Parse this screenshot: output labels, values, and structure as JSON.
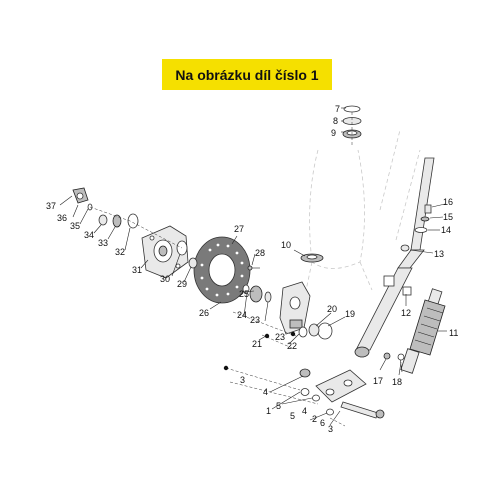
{
  "banner": {
    "text": "Na obrázku díl číslo 1",
    "color": "#f5e000"
  },
  "labels": {
    "l1": "1",
    "l2": "2",
    "l3a": "3",
    "l3b": "3",
    "l4": "4",
    "l5": "5",
    "l6": "6",
    "l7": "7",
    "l8": "8",
    "l9": "9",
    "l10": "10",
    "l11": "11",
    "l12": "12",
    "l13": "13",
    "l14": "14",
    "l15": "15",
    "l16": "16",
    "l17": "17",
    "l18": "18",
    "l19": "19",
    "l20": "20",
    "l21": "21",
    "l22": "22",
    "l23a": "23",
    "l23b": "23",
    "l24": "24",
    "l25": "25",
    "l26": "26",
    "l27": "27",
    "l28": "28",
    "l29": "29",
    "l30": "30",
    "l31": "31",
    "l32": "32",
    "l33": "33",
    "l34": "34",
    "l35": "35",
    "l36": "36",
    "l37": "37"
  }
}
